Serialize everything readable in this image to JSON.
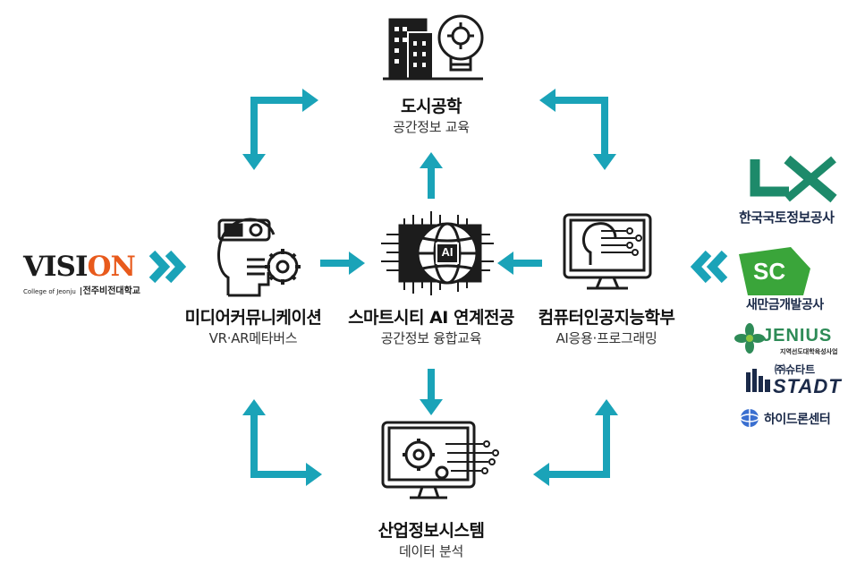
{
  "colors": {
    "arrow": "#1aa3b8",
    "icon": "#1c1c1c",
    "lx_green": "#1d8a6a",
    "sc_green": "#3aa53a",
    "jenius_green": "#2e8b57",
    "navy": "#1b2a49",
    "vision_orange": "#e85a1c"
  },
  "center": {
    "title": "스마트시티 AI 연계전공",
    "subtitle": "공간정보 융합교육",
    "icon": "ai-chip-icon"
  },
  "nodes": {
    "top": {
      "title": "도시공학",
      "subtitle": "공간정보 교육",
      "icon": "city-building-lightbulb-icon"
    },
    "left": {
      "title": "미디어커뮤니케이션",
      "subtitle": "VR·AR메타버스",
      "icon": "vr-headset-gear-icon"
    },
    "right": {
      "title": "컴퓨터인공지능학부",
      "subtitle": "AI응용·프로그래밍",
      "icon": "monitor-head-circuit-icon"
    },
    "bottom": {
      "title": "산업정보시스템",
      "subtitle": "데이터 분석",
      "icon": "monitor-gear-circuit-icon"
    }
  },
  "vision": {
    "word_dark": "VISI",
    "word_accent": "ON",
    "college_en": "College of Jeonju",
    "college_ko": "전주비전대학교"
  },
  "partners": {
    "lx": {
      "logo_text": "LX",
      "name": "한국국토정보공사"
    },
    "sc": {
      "logo_text": "SC",
      "name": "새만금개발공사"
    },
    "jenius": {
      "logo_text": "JENIUS",
      "name": "지역선도대학육성사업"
    },
    "stadt": {
      "prefix": "㈜슈타트",
      "logo_text": "STADT"
    },
    "hydron": {
      "name": "하이드론센터"
    }
  },
  "ai_badge": "AI"
}
